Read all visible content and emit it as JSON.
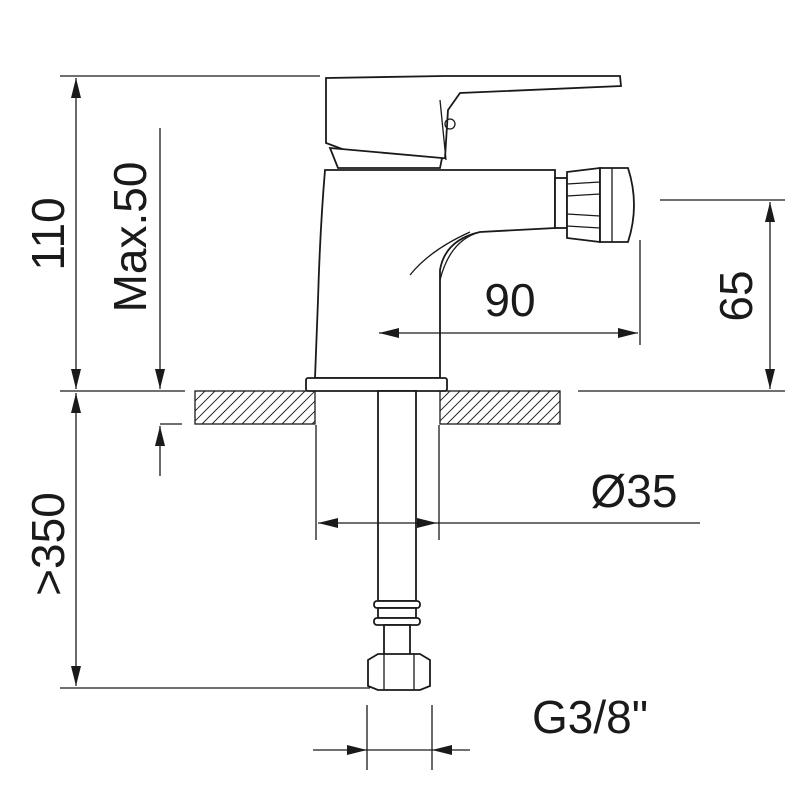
{
  "drawing": {
    "type": "technical-dimension-drawing",
    "line_color": "#1a1a1a",
    "background": "#ffffff",
    "dimensions": {
      "total_height": "110",
      "max_deck_thickness": "Max.50",
      "spout_reach": "90",
      "spout_height": "65",
      "base_diameter": "Ø35",
      "hose_length": ">350",
      "connection_thread": "G3/8\""
    }
  }
}
